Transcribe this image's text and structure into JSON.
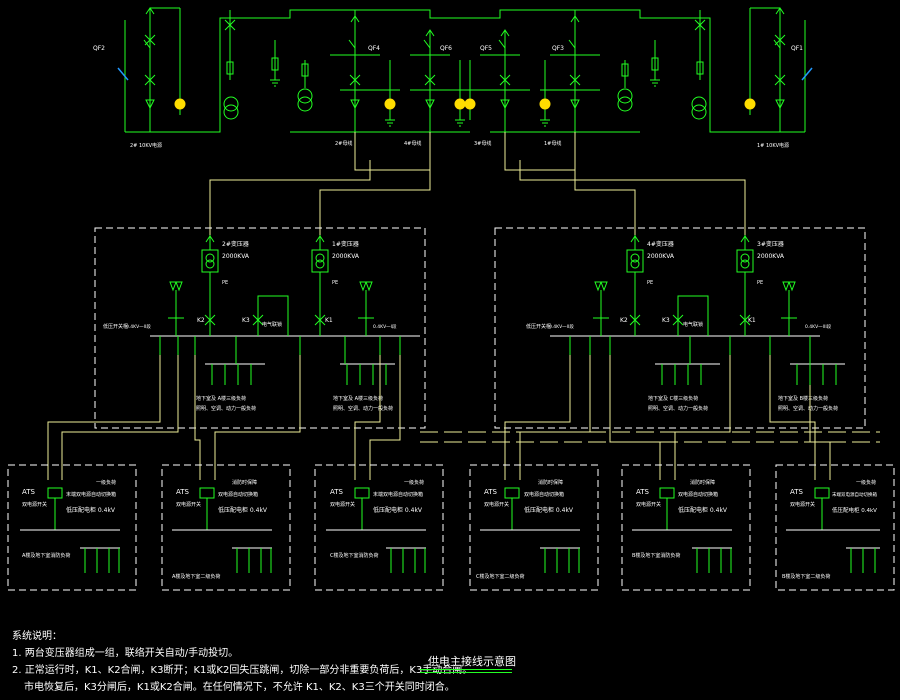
{
  "switches_top": {
    "qf1": "QF1",
    "qf2": "QF2",
    "qf3": "QF3",
    "qf4": "QF4",
    "qf5": "QF5",
    "qf6": "QF6"
  },
  "top_labels": {
    "source_left": "2# 10KV电源",
    "source_right": "1# 10KV电源",
    "bus2": "2#母线",
    "bus4": "4#母线",
    "bus3": "3#母线",
    "bus1": "1#母线"
  },
  "substation_left": {
    "tr_a_name": "2#变压器",
    "tr_a_cap": "2000KVA",
    "tr_b_name": "1#变压器",
    "tr_b_cap": "2000KVA",
    "pe_a": "PE",
    "pe_b": "PE",
    "k2": "K2",
    "k3": "K3",
    "k1": "K1",
    "interlock": "电气联锁",
    "panel_label": "低压开关柜",
    "bus_left": "0.4KV一II段",
    "bus_right": "0.4KV一I段",
    "load_left_1": "地下室及 A楼三级负荷",
    "load_left_2": "照明、空调、动力一般负荷",
    "load_right_1": "地下室及 A楼三级负荷",
    "load_right_2": "照明、空调、动力一般负荷"
  },
  "substation_right": {
    "tr_a_name": "4#变压器",
    "tr_a_cap": "2000KVA",
    "tr_b_name": "3#变压器",
    "tr_b_cap": "2000KVA",
    "pe_a": "PE",
    "pe_b": "PE",
    "k2": "K2",
    "k3": "K3",
    "k1": "K1",
    "interlock": "电气联锁",
    "panel_label": "低压开关柜",
    "bus_left": "0.4KV一II段",
    "bus_right": "0.4KV一III段",
    "load_left_1": "地下室及 C楼三级负荷",
    "load_left_2": "照明、空调、动力一般负荷",
    "load_right_1": "地下室及 B楼三级负荷",
    "load_right_2": "照明、空调、动力一般负荷"
  },
  "ats_boxes": [
    {
      "ats": "ATS",
      "switch": "双电源开关",
      "load_class": "一级负荷",
      "desc": "末端双电源自动切换箱",
      "panel": "低压配电柜 0.4kV",
      "bottom": "A楼及地下室消防负荷"
    },
    {
      "ats": "ATS",
      "switch": "双电源开关",
      "load_class": "消防时保障",
      "desc": "双电源自动切换箱",
      "panel": "低压配电柜 0.4kV",
      "bottom": "A楼及地下室二级负荷"
    },
    {
      "ats": "ATS",
      "switch": "双电源开关",
      "load_class": "一级负荷",
      "desc": "末端双电源自动切换箱",
      "panel": "低压配电柜 0.4kV",
      "bottom": "C楼及地下室消防负荷"
    },
    {
      "ats": "ATS",
      "switch": "双电源开关",
      "load_class": "消防时保障",
      "desc": "双电源自动切换箱",
      "panel": "低压配电柜 0.4kV",
      "bottom": "C楼及地下室二级负荷"
    },
    {
      "ats": "ATS",
      "switch": "双电源开关",
      "load_class": "消防时保障",
      "desc": "双电源自动切换箱",
      "panel": "低压配电柜 0.4kV",
      "bottom": "B楼及地下室消防负荷"
    },
    {
      "ats": "ATS",
      "switch": "双电源开关",
      "load_class": "一级负荷",
      "desc": "末端双电源自动切换箱",
      "panel": "低压配电柜 0.4kV",
      "bottom": "B楼及地下室二级负荷"
    }
  ],
  "notes": {
    "heading": "系统说明：",
    "line1": "1. 两台变压器组成一组，联络开关自动/手动投切。",
    "line2": "2. 正常运行时，K1、K2合闸，K3断开；K1或K2回失压跳闸，切除一部分非重要负荷后，K3手动合闸。",
    "line3": "市电恢复后，K3分闸后，K1或K2合闸。在任何情况下，不允许 K1、K2、K3三个开关同时闭合。"
  },
  "caption": "供电主接线示意图"
}
